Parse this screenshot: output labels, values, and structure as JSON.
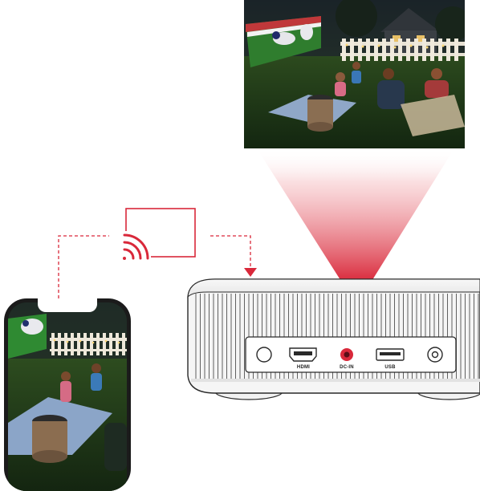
{
  "ports": {
    "hdmi": "HDMI",
    "dc_in": "DC-IN",
    "usb": "USB"
  },
  "colors": {
    "accent": "#d9283a",
    "beam": "#e0303f",
    "projector_body": "#f4f4f4",
    "outline": "#2a2a2a"
  },
  "icons": {
    "cast": "wireless-cast-icon",
    "arrow": "arrow-down-icon"
  }
}
